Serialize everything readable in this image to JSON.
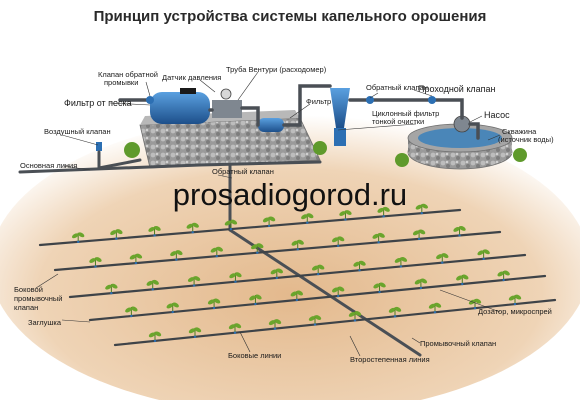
{
  "title": "Принцип устройства системы капельного орошения",
  "watermark": "prosadiogorod.ru",
  "labels": {
    "flush_valve": [
      "Клапан обратной",
      "промывки"
    ],
    "pressure_sensor": "Датчик давления",
    "venturi": "Труба Вентури (расходомер)",
    "sand_filter": "Фильтр от песка",
    "filter": "Фильтр",
    "check_valve_top": "Обратный клапан",
    "pass_valve": "Проходной клапан",
    "cyclone_filter": [
      "Циклонный фильтр",
      "тонкой очистки"
    ],
    "pump": "Насос",
    "well": [
      "Скважина",
      "(источник воды)"
    ],
    "air_valve": "Воздушный клапан",
    "main_line": "Основная линия",
    "check_valve_low": "Обратный клапан",
    "side_flush_valve": [
      "Боковой",
      "промывочный",
      "клапан"
    ],
    "plug": "Заглушка",
    "dispenser": "Дозатор, микроспрей",
    "flush_valve_bottom": "Промывочный клапан",
    "lateral_lines": "Боковые линии",
    "secondary_line": "Второстепенная линия"
  },
  "colors": {
    "soil": "#e9c9a4",
    "soil_edge": "#f4e3cd",
    "pipe": "#4a4f55",
    "plant": "#6aa52c",
    "tank": "#2c6fb3",
    "stone": "#8d8d8d",
    "well_water": "#4a86b8"
  }
}
